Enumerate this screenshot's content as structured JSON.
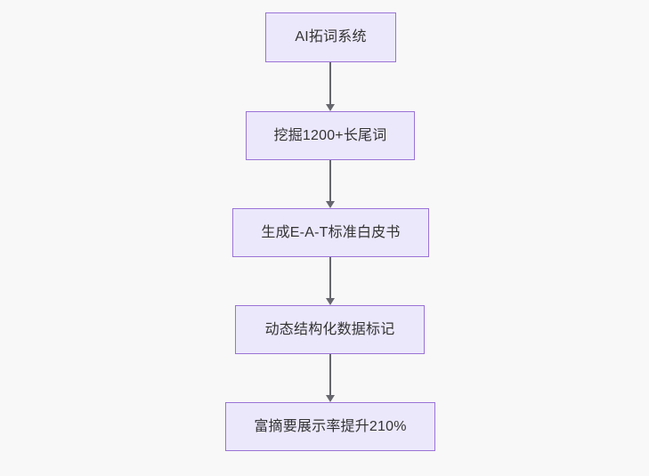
{
  "diagram": {
    "type": "flowchart",
    "orientation": "vertical-top-down",
    "background_color": "#f8f8f8",
    "node_fill_color": "#ece8fc",
    "node_border_color": "#9a73d6",
    "node_text_color": "#333333",
    "edge_color": "#66666e",
    "nodes": [
      {
        "id": "n1",
        "label": "AI拓词系统"
      },
      {
        "id": "n2",
        "label": "挖掘1200+长尾词"
      },
      {
        "id": "n3",
        "label": "生成E-A-T标准白皮书"
      },
      {
        "id": "n4",
        "label": "动态结构化数据标记"
      },
      {
        "id": "n5",
        "label": "富摘要展示率提升210%"
      }
    ],
    "edges": [
      {
        "id": "e1",
        "from": "n1",
        "to": "n2",
        "label": ""
      },
      {
        "id": "e2",
        "from": "n2",
        "to": "n3",
        "label": ""
      },
      {
        "id": "e3",
        "from": "n3",
        "to": "n4",
        "label": ""
      },
      {
        "id": "e4",
        "from": "n4",
        "to": "n5",
        "label": ""
      }
    ]
  }
}
